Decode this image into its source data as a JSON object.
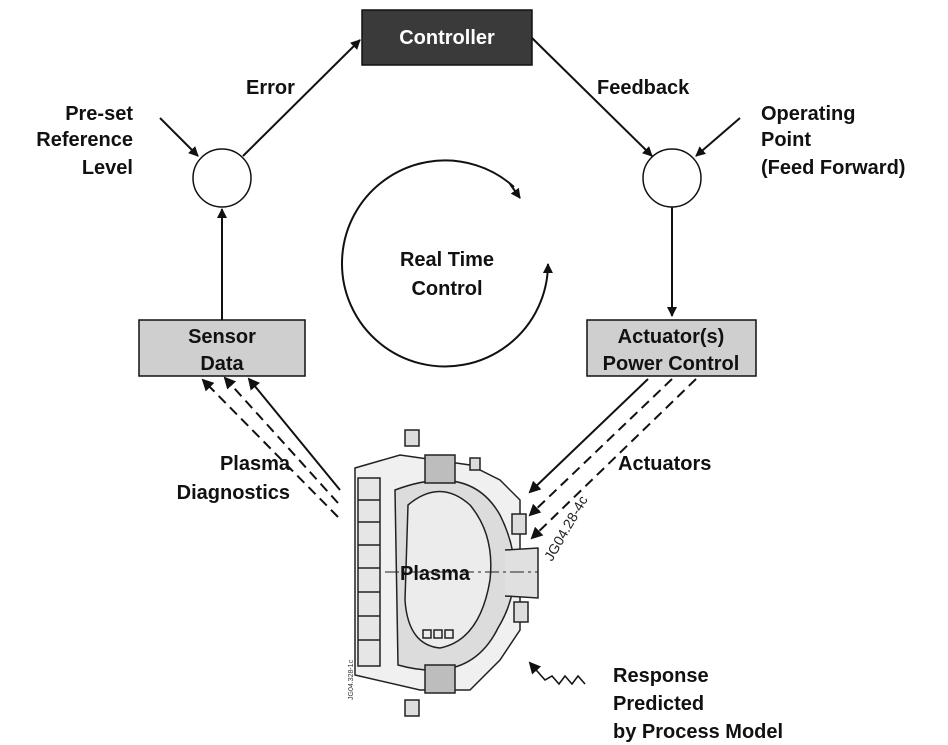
{
  "controller": "Controller",
  "labels": {
    "error": "Error",
    "feedback": "Feedback",
    "preset_lines": [
      "Pre-set",
      "Reference",
      "Level"
    ],
    "operating_lines": [
      "Operating",
      "Point",
      "(Feed Forward)"
    ],
    "real_time_lines": [
      "Real Time",
      "Control"
    ],
    "sensor_lines": [
      "Sensor",
      "Data"
    ],
    "actuator_lines": [
      "Actuator(s)",
      "Power Control"
    ],
    "diagnostics_lines": [
      "Plasma",
      "Diagnostics"
    ],
    "actuators": "Actuators",
    "plasma": "Plasma",
    "figure_id": "JG04.28-4c",
    "small_code": "JG04.328-1c",
    "response_lines": [
      "Response",
      "Predicted",
      "by Process Model"
    ]
  },
  "colors": {
    "controller_fill": "#3a3a3a",
    "controller_text": "#ffffff",
    "box_fill": "#cfcfcf",
    "stroke": "#111111"
  }
}
